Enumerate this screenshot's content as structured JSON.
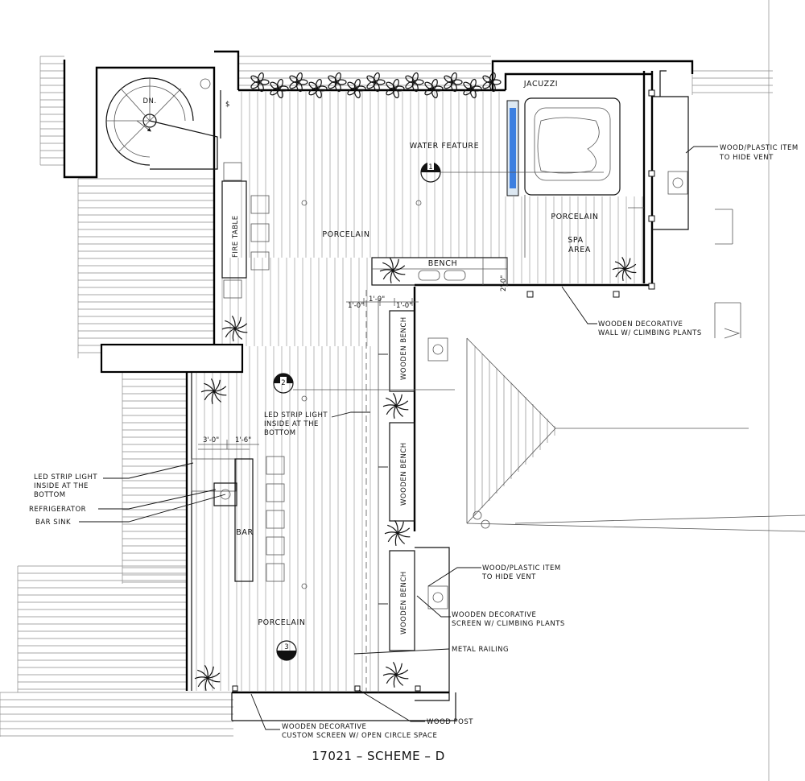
{
  "title": "17021 – SCHEME – D",
  "stair_label": "DN.",
  "rooms": {
    "jacuzzi": "JACUZZI",
    "water_feature": "WATER FEATURE",
    "porcelain_main": "PORCELAIN",
    "porcelain_spa": "PORCELAIN",
    "spa_area_1": "SPA",
    "spa_area_2": "AREA",
    "bench": "BENCH",
    "bar": "BAR",
    "porcelain_lower": "PORCELAIN",
    "fire_table": "FIRE TABLE",
    "wooden_bench": "WOODEN BENCH"
  },
  "dimensions": {
    "bench_depth": "2'-0\"",
    "d1": "1'-0\"",
    "d2": "1'-0\"",
    "d3": "1'-0\"",
    "bar_width": "3'-0\"",
    "bar_counter": "1'-6\""
  },
  "section_marks": [
    "1",
    "2",
    "3"
  ],
  "callouts": {
    "vent_top_1": "WOOD/PLASTIC ITEM",
    "vent_top_2": "TO HIDE VENT",
    "wall_1": "WOODEN DECORATIVE",
    "wall_2": "WALL W/ CLIMBING PLANTS",
    "led_center_1": "LED STRIP LIGHT",
    "led_center_2": "INSIDE AT THE",
    "led_center_3": "BOTTOM",
    "led_left_1": "LED STRIP LIGHT",
    "led_left_2": "INSIDE AT THE",
    "led_left_3": "BOTTOM",
    "refrigerator": "REFRIGERATOR",
    "bar_sink": "BAR SINK",
    "vent_mid_1": "WOOD/PLASTIC ITEM",
    "vent_mid_2": "TO HIDE VENT",
    "screen_1": "WOODEN DECORATIVE",
    "screen_2": "SCREEN W/ CLIMBING PLANTS",
    "railing": "METAL RAILING",
    "wood_post": "WOOD POST",
    "custom_screen_1": "WOODEN DECORATIVE",
    "custom_screen_2": "CUSTOM SCREEN W/ OPEN CIRCLE SPACE"
  }
}
